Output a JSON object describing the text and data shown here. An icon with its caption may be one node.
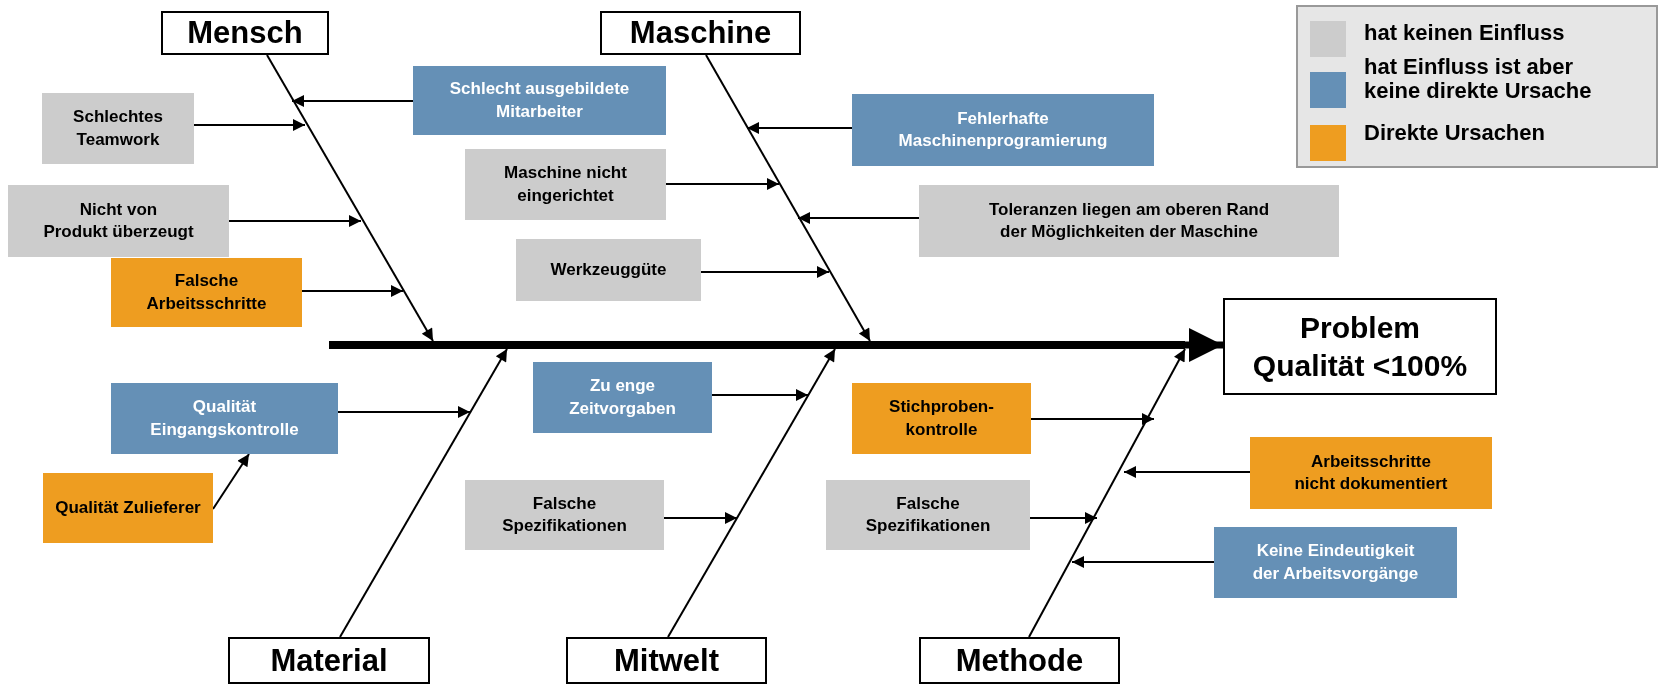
{
  "diagram": {
    "nodes": [
      {
        "text": [
          "Mensch"
        ]
      },
      {
        "text": [
          "Maschine"
        ]
      },
      {
        "text": [
          "Schlecht ausgebildete Mitarbeiter"
        ]
      },
      {
        "text": [
          "Schlechtes Teamwork"
        ]
      },
      {
        "text": [
          "Fehlerhafte Maschinenprogramierung"
        ]
      },
      {
        "text": [
          "Maschine nicht eingerichtet"
        ]
      },
      {
        "text": [
          "Nicht von Produkt überzeugt"
        ]
      },
      {
        "text": [
          "Toleranzen liegen am oberen Rand der Möglichkeiten der Maschine"
        ]
      },
      {
        "text": [
          "Werkzeuggüte"
        ]
      },
      {
        "text": [
          "Falsche Arbeitsschritte"
        ]
      },
      {
        "text": [
          "Problem Qualität <100%"
        ]
      },
      {
        "text": [
          "Zu enge Zeitvorgaben"
        ]
      },
      {
        "text": [
          "Qualität Eingangskontrolle"
        ]
      },
      {
        "text": [
          "Stichproben-kontrolle"
        ]
      },
      {
        "text": [
          "Arbeitsschritte nicht dokumentiert"
        ]
      },
      {
        "text": [
          "Qualität Zulieferer"
        ]
      },
      {
        "text": [
          "Falsche Spezifikationen"
        ]
      },
      {
        "text": [
          "Falsche Spezifikationen"
        ]
      },
      {
        "text": [
          "Keine Eindeutigkeit der Arbeitsvorgänge"
        ]
      },
      {
        "text": [
          "Material"
        ]
      },
      {
        "text": [
          "Mitwelt"
        ]
      },
      {
        "text": [
          "Methode"
        ]
      },
      {
        "text": [],
        "shape": "bar"
      }
    ],
    "edges": [
      {
        "from": 22,
        "to": 10,
        "arrow": "to",
        "style": "thick"
      },
      {
        "from": 0,
        "to": 22,
        "arrow": "to"
      },
      {
        "from": 1,
        "to": 22,
        "arrow": "to"
      },
      {
        "from": 19,
        "to": 22,
        "arrow": "to"
      },
      {
        "from": 20,
        "to": 22,
        "arrow": "to"
      },
      {
        "from": 21,
        "to": 22,
        "arrow": "to"
      },
      {
        "from": 2,
        "to": null,
        "arrow": "to"
      },
      {
        "from": 3,
        "to": null,
        "arrow": "to"
      },
      {
        "from": 4,
        "to": null,
        "arrow": "to"
      },
      {
        "from": 5,
        "to": null,
        "arrow": "to"
      },
      {
        "from": 6,
        "to": null,
        "arrow": "to"
      },
      {
        "from": 7,
        "to": null,
        "arrow": "to"
      },
      {
        "from": 8,
        "to": null,
        "arrow": "to"
      },
      {
        "from": 9,
        "to": null,
        "arrow": "to"
      },
      {
        "from": 11,
        "to": null,
        "arrow": "to"
      },
      {
        "from": 12,
        "to": null,
        "arrow": "to"
      },
      {
        "from": 13,
        "to": null,
        "arrow": "to"
      },
      {
        "from": 14,
        "to": null,
        "arrow": "to"
      },
      {
        "from": 15,
        "to": 12,
        "arrow": "to"
      },
      {
        "from": 16,
        "to": null,
        "arrow": "to"
      },
      {
        "from": 17,
        "to": null,
        "arrow": "to"
      },
      {
        "from": 18,
        "to": null,
        "arrow": "to"
      }
    ],
    "legend": [
      {
        "text": "hat keinen Einfluss",
        "color": "#cccccc"
      },
      {
        "text": "hat Einfluss ist aber keine direkte Ursache",
        "color": "#6590b6"
      },
      {
        "text": "Direkte Ursachen",
        "color": "#ee9d20"
      }
    ]
  }
}
